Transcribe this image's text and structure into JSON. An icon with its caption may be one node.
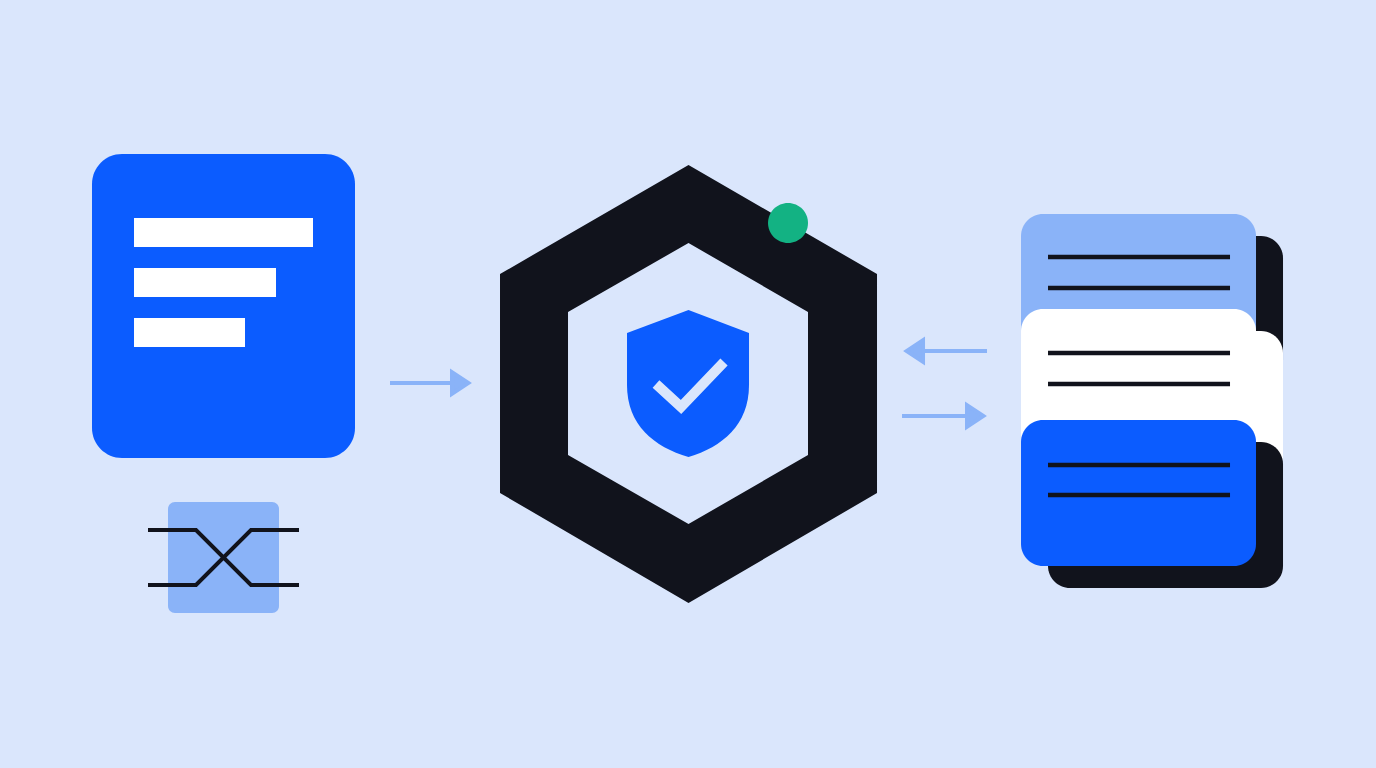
{
  "diagram": {
    "nodes": [
      {
        "text": [],
        "shape": "box"
      },
      {
        "text": [],
        "shape": "hexagon"
      },
      {
        "text": [],
        "shape": "stack"
      }
    ],
    "edges": [
      {
        "from": 0,
        "to": 1,
        "arrow": "to"
      },
      {
        "from": 2,
        "to": 1,
        "arrow": "to"
      },
      {
        "from": 1,
        "to": 2,
        "arrow": "to"
      }
    ]
  }
}
